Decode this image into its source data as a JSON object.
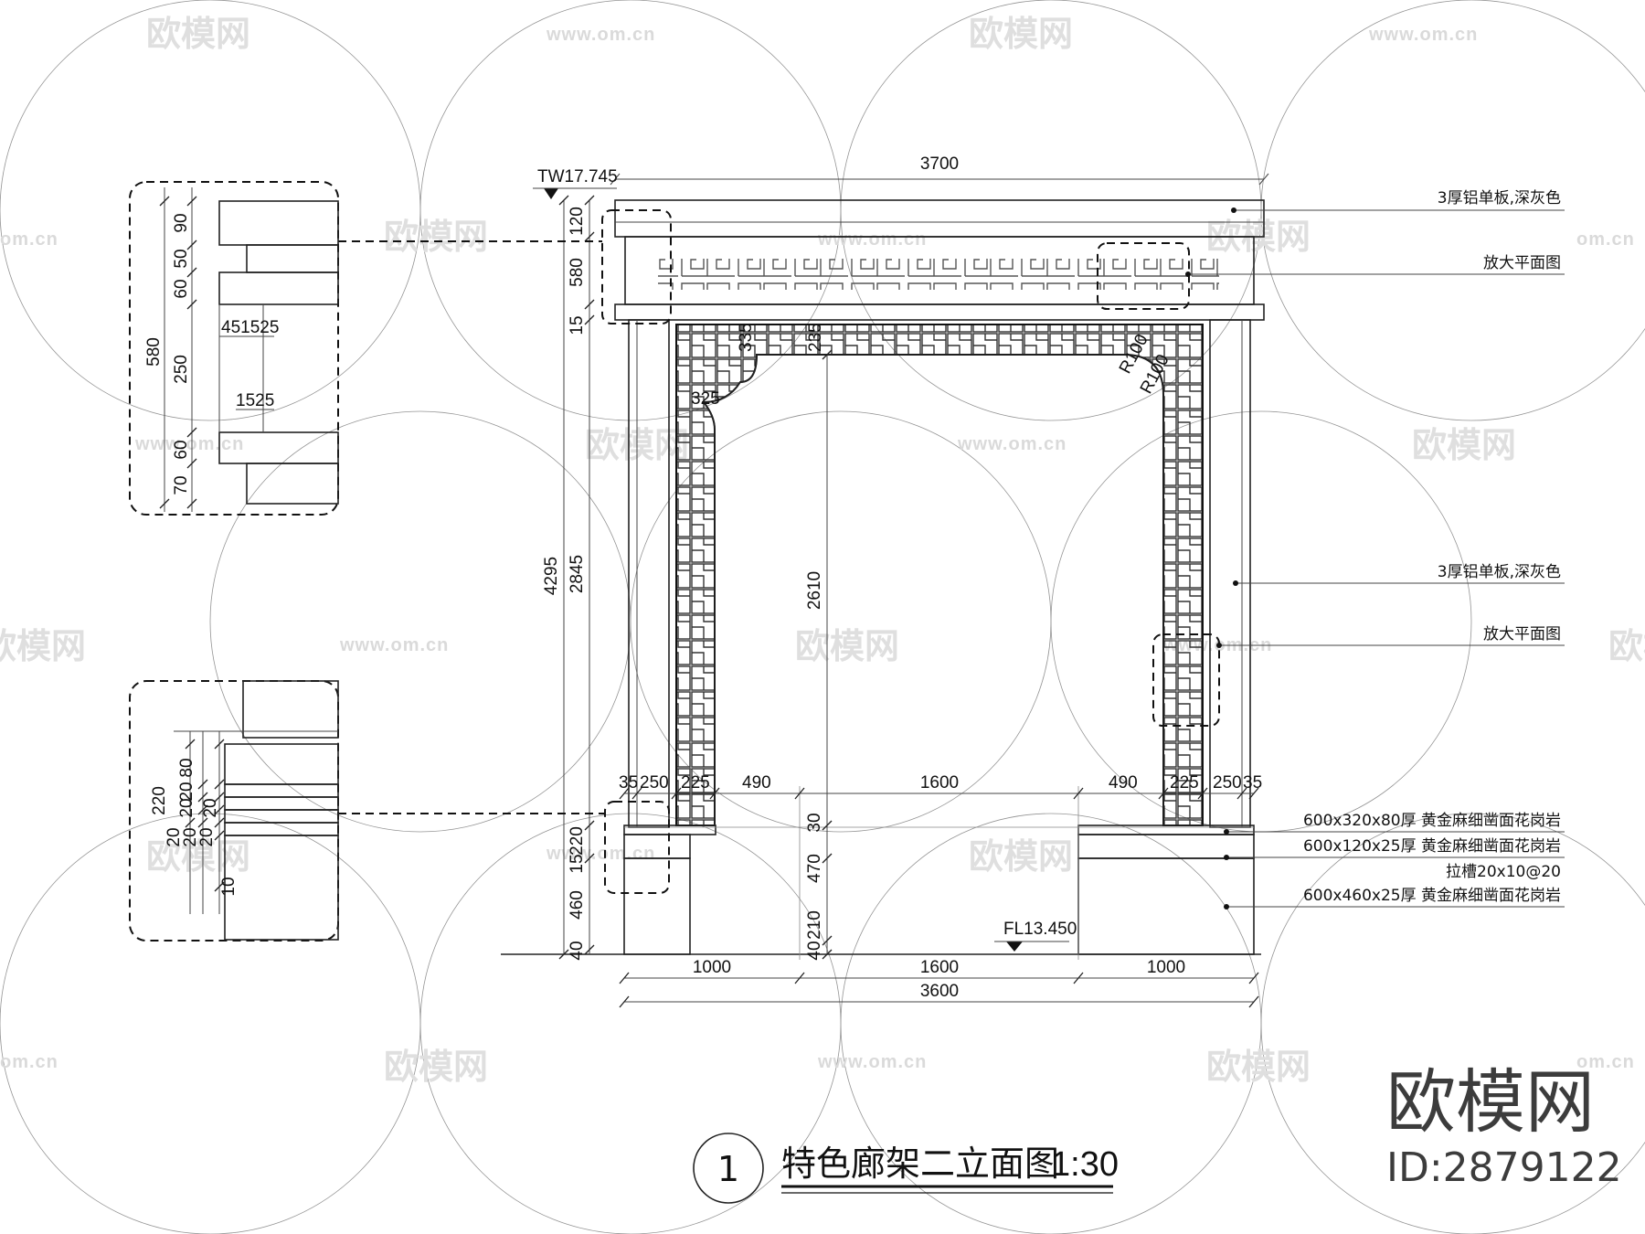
{
  "watermark": {
    "brand": "欧模网",
    "url": "www.om.cn",
    "url_short": "om.cn"
  },
  "brand_block": {
    "logo_text": "欧模网",
    "id_text": "ID:2879122"
  },
  "title": {
    "number": "1",
    "text": "特色廊架二立面图",
    "scale": "1:30"
  },
  "levels": {
    "top": "TW17.745",
    "floor": "FL13.450"
  },
  "notes": [
    "3厚铝单板,深灰色",
    "放大平面图",
    "3厚铝单板,深灰色",
    "放大平面图",
    "600x320x80厚 黄金麻细凿面花岗岩",
    "600x120x25厚 黄金麻细凿面花岗岩",
    "拉槽20x10@20",
    "600x460x25厚 黄金麻细凿面花岗岩"
  ],
  "dims": {
    "overall_top": "3700",
    "v_120": "120",
    "v_580": "580",
    "v_15": "15",
    "v_4295": "4295",
    "v_2845": "2845",
    "v_2610": "2610",
    "v_220": "220",
    "v_15b": "15",
    "v_460": "460",
    "v_40": "40",
    "v_30": "30",
    "v_470": "470",
    "v_210": "210",
    "v_40b": "40",
    "corner_335": "335",
    "corner_235": "235",
    "corner_325": "325",
    "r100a": "R100",
    "r100b": "R100",
    "h_35a": "35",
    "h_250a": "250",
    "h_225a": "225",
    "h_490a": "490",
    "h_1600": "1600",
    "h_490b": "490",
    "h_225b": "225",
    "h_250b": "250",
    "h_35b": "35",
    "b_1000a": "1000",
    "b_1600": "1600",
    "b_1000b": "1000",
    "b_3600": "3600"
  },
  "detail_top": {
    "total": "580",
    "d90": "90",
    "d50": "50",
    "d60": "60",
    "d250": "250",
    "d60b": "60",
    "d70": "70",
    "w451525": "451525",
    "w1525": "1525"
  },
  "detail_bottom": {
    "d80": "80",
    "d20a": "20",
    "d20b": "20",
    "d20c": "20",
    "d20d": "20",
    "d20e": "20",
    "d20f": "20",
    "d220": "220",
    "d10": "10"
  }
}
